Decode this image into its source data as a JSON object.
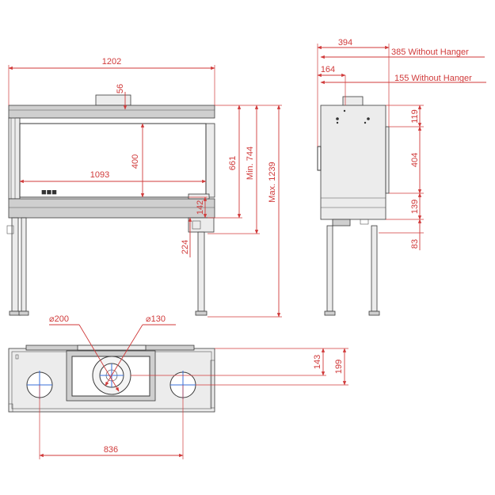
{
  "colors": {
    "dimension": "#d03a3a",
    "outline": "#3a3a3a",
    "pipe": "#3a6fd8"
  },
  "front_view": {
    "overall_width": "1202",
    "top_outlet": "56",
    "glass_height": "400",
    "glass_width": "1093",
    "height_661": "661",
    "min_height": "Min. 744",
    "max_height": "Max. 1239",
    "dim_142": "142",
    "dim_224": "224"
  },
  "side_view": {
    "depth": "394",
    "depth_without_hanger": "385 Without Hanger",
    "outlet_offset": "164",
    "outlet_without_hanger": "155 Without Hanger",
    "dim_119": "119",
    "dim_404": "404",
    "dim_139": "139",
    "dim_83": "83"
  },
  "top_view": {
    "diameter_outer": "⌀200",
    "diameter_inner": "⌀130",
    "dim_143": "143",
    "dim_199": "199",
    "dim_836": "836"
  }
}
